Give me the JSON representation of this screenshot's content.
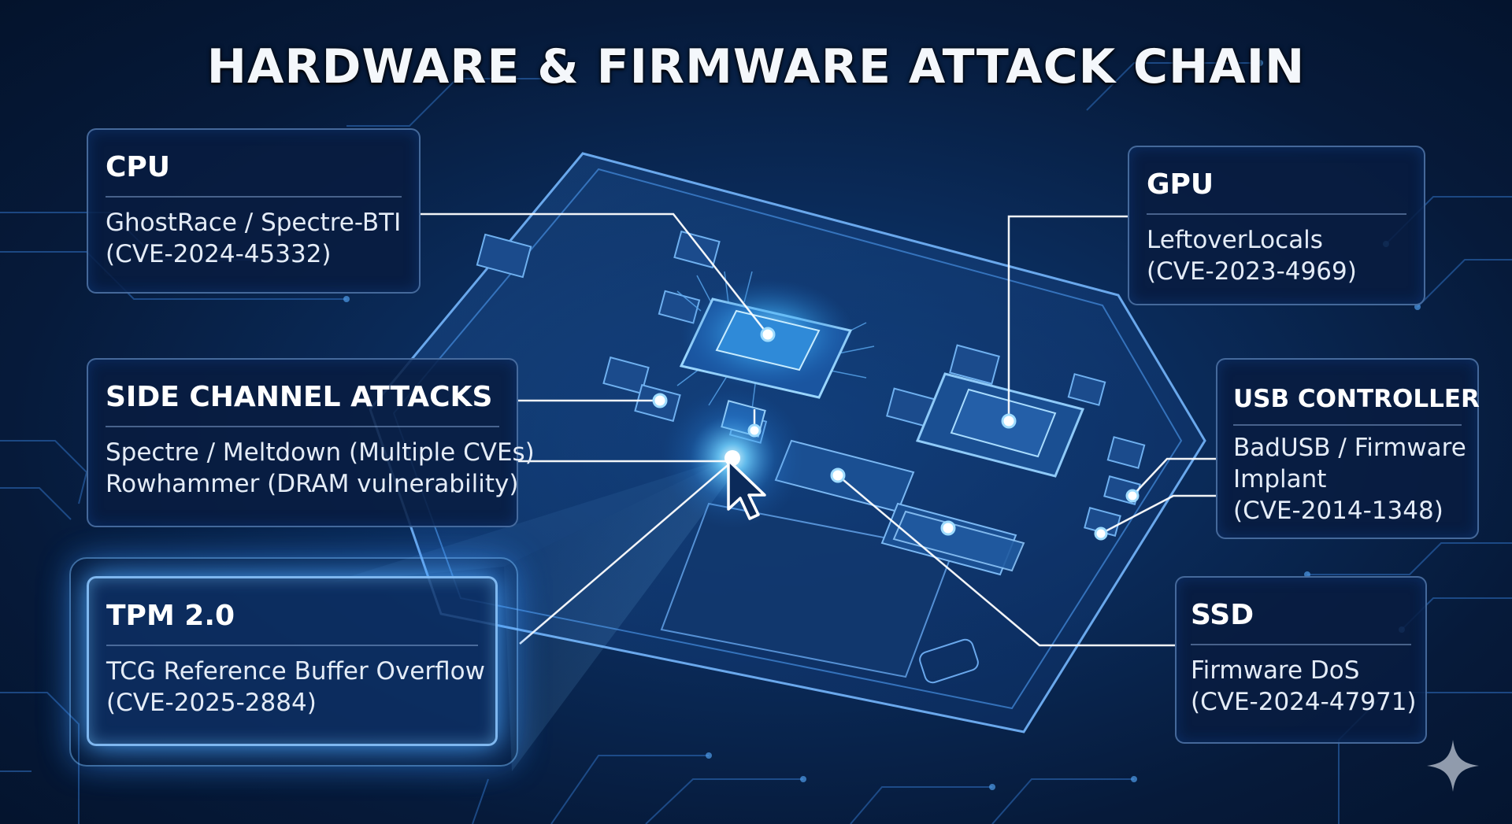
{
  "title": "HARDWARE & FIRMWARE ATTACK CHAIN",
  "colors": {
    "background": "#061a38",
    "card_border": "#78aae6",
    "accent_glow": "#5ab4ff",
    "connector": "#ffffff"
  },
  "cards": {
    "cpu": {
      "heading": "CPU",
      "lines": [
        "GhostRace / Spectre-BTI",
        "(CVE-2024-45332)"
      ]
    },
    "side_channel": {
      "heading": "SIDE CHANNEL ATTACKS",
      "lines": [
        "Spectre / Meltdown (Multiple CVEs)",
        "Rowhammer (DRAM vulnerability)"
      ]
    },
    "tpm": {
      "heading": "TPM 2.0",
      "lines": [
        "TCG Reference Buffer Overflow",
        "(CVE-2025-2884)"
      ]
    },
    "gpu": {
      "heading": "GPU",
      "lines": [
        "LeftoverLocals",
        "(CVE-2023-4969)"
      ]
    },
    "usb": {
      "heading": "USB CONTROLLER",
      "lines": [
        "BadUSB / Firmware",
        "Implant",
        "(CVE-2014-1348)"
      ]
    },
    "ssd": {
      "heading": "SSD",
      "lines": [
        "Firmware DoS",
        "(CVE-2024-47971)"
      ]
    }
  },
  "icons": {
    "cursor": "mouse-pointer-icon",
    "sparkle": "sparkle-icon"
  }
}
